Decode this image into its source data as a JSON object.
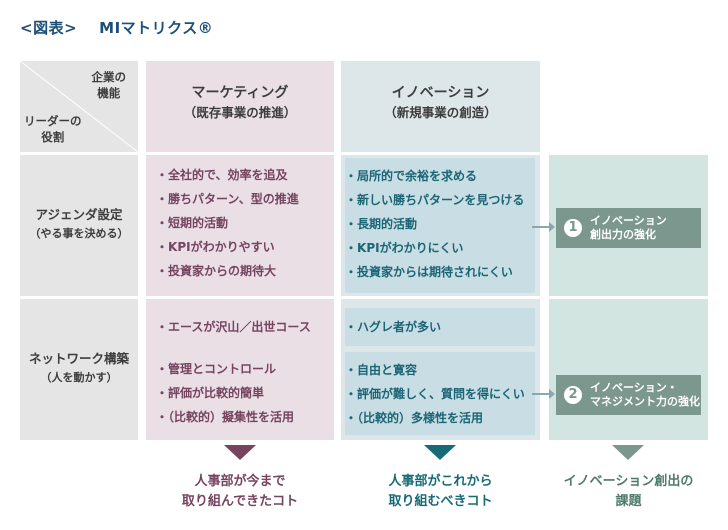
{
  "title": {
    "prefix": "<図表>",
    "main": "MIマトリクス®"
  },
  "corner": {
    "function_label_1": "企業の",
    "function_label_2": "機能",
    "role_label_1": "リーダーの",
    "role_label_2": "役割"
  },
  "columns": [
    {
      "title": "マーケティング",
      "subtitle": "（既存事業の推進）"
    },
    {
      "title": "イノベーション",
      "subtitle": "（新規事業の創造）"
    }
  ],
  "rows": [
    {
      "title": "アジェンダ設定",
      "subtitle": "（やる事を決める）",
      "marketing": [
        "全社的で、効率を追及",
        "勝ちパターン、型の推進",
        "短期的活動",
        "KPIがわかりやすい",
        "投資家からの期待大"
      ],
      "innovation": [
        "局所的で余裕を求める",
        "新しい勝ちパターンを見つける",
        "長期的活動",
        "KPIがわかりにくい",
        "投資家からは期待されにくい"
      ],
      "challenge": {
        "number": "1",
        "line1": "イノベーション",
        "line2": "創出力の強化"
      }
    },
    {
      "title": "ネットワーク構築",
      "subtitle": "（人を動かす）",
      "marketing_a": [
        "エースが沢山／出世コース"
      ],
      "marketing_b": [
        "管理とコントロール",
        "評価が比較的簡単",
        "（比較的）擬集性を活用"
      ],
      "innovation_a": [
        "ハグレ者が多い"
      ],
      "innovation_b": [
        "自由と寛容",
        "評価が難しく、質問を得にくい",
        "（比較的）多様性を活用"
      ],
      "challenge": {
        "number": "2",
        "line1": "イノベーション・",
        "line2": "マネジメント力の強化"
      }
    }
  ],
  "footer": [
    {
      "line1": "人事部が今まで",
      "line2": "取り組んできたコト",
      "color": "#76445f"
    },
    {
      "line1": "人事部がこれから",
      "line2": "取り組むべきコト",
      "color": "#176a76"
    },
    {
      "line1": "イノベーション創出の",
      "line2": "課題",
      "color": "#4f7a6c"
    }
  ],
  "colors": {
    "title": "#1d4f7a",
    "marketing_bg": "#e9dfe5",
    "innovation_bg": "#dde7ea",
    "challenge_bg": "#d3e5e1",
    "challenge_box": "#7b978e"
  }
}
